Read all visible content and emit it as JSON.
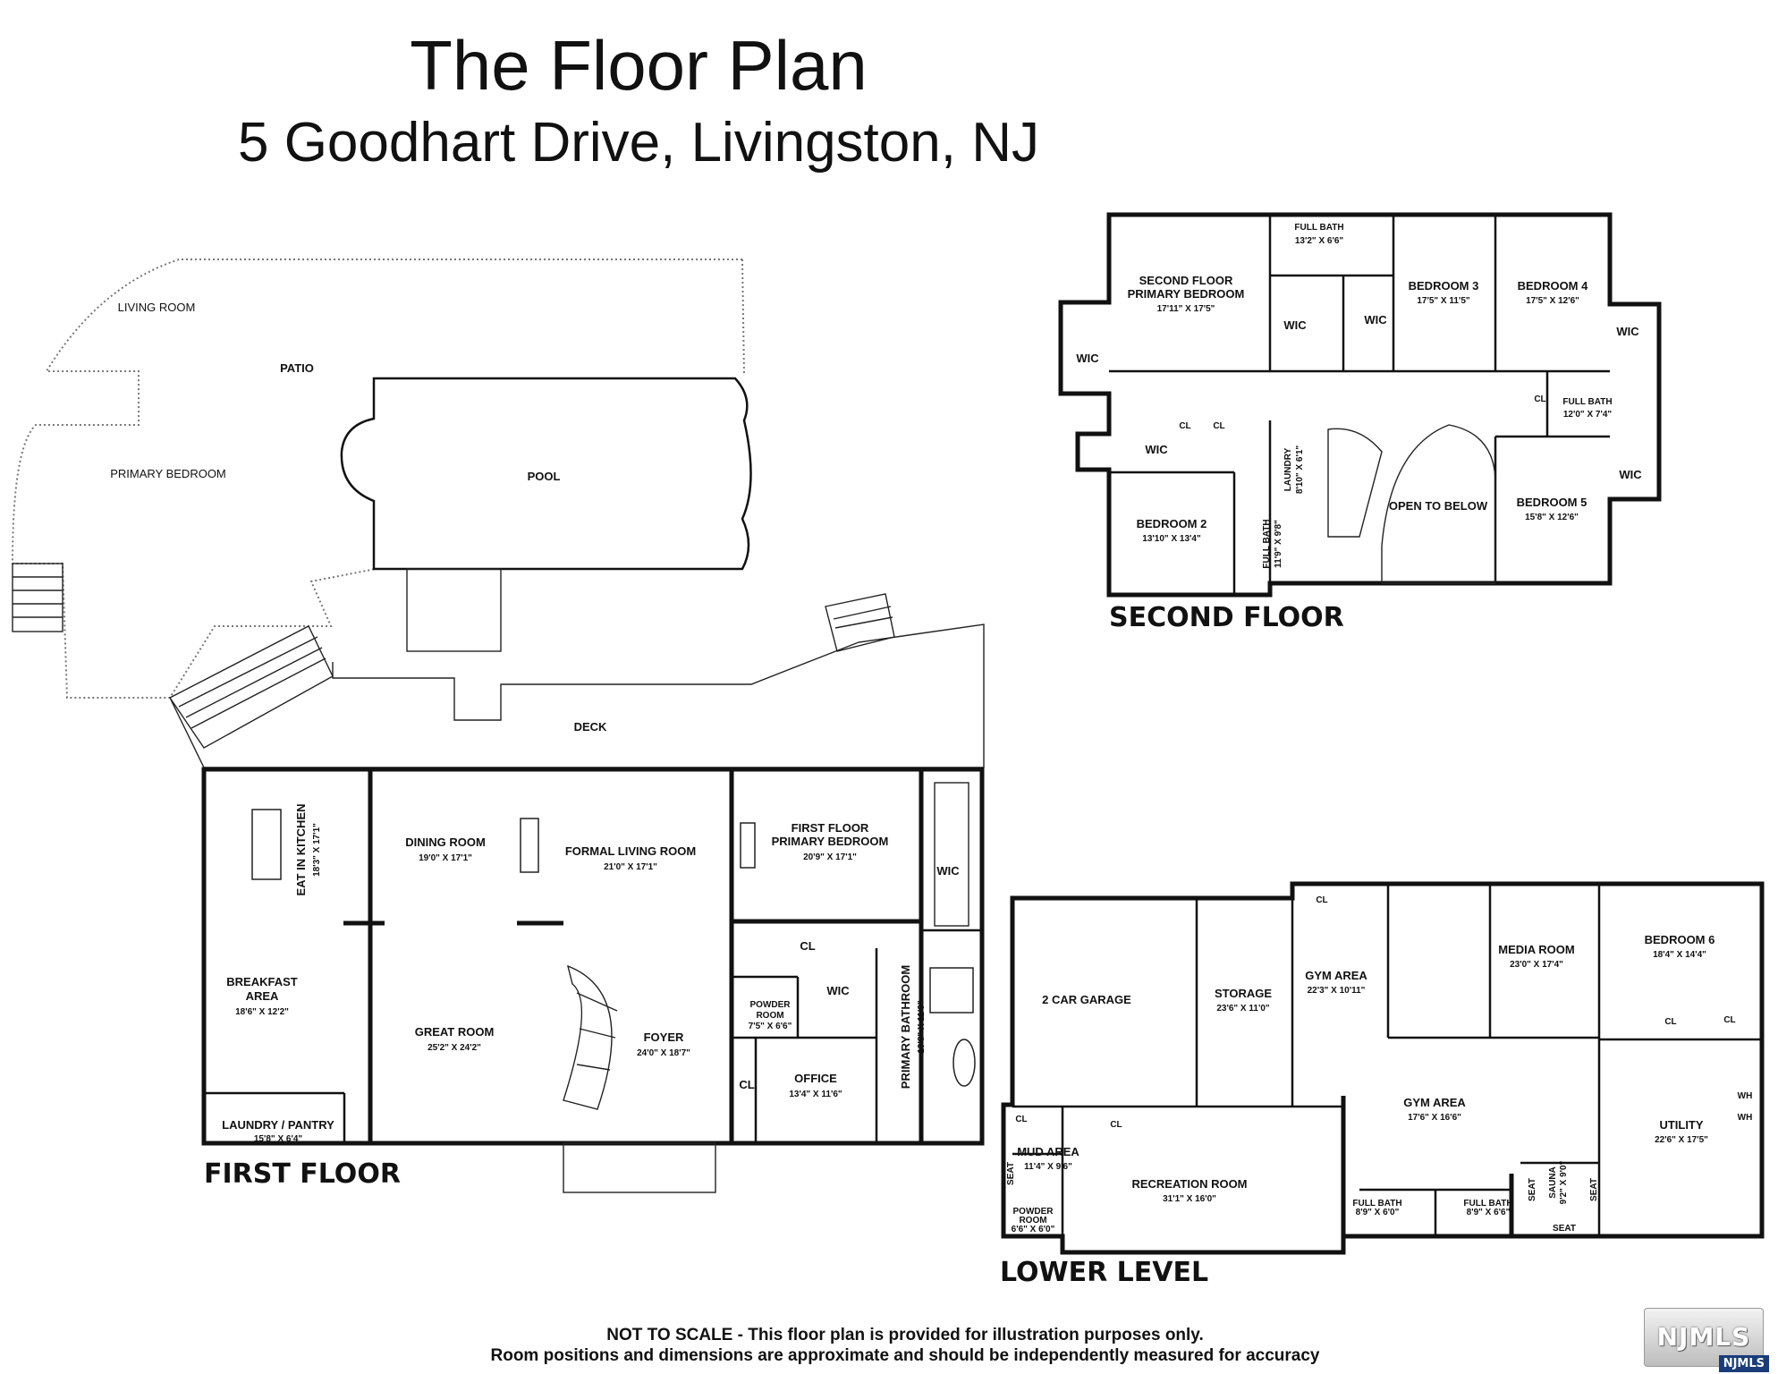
{
  "header": {
    "title": "The Floor Plan",
    "address": "5 Goodhart Drive, Livingston, NJ"
  },
  "floors": {
    "first": "FIRST FLOOR",
    "second": "SECOND FLOOR",
    "lower": "LOWER LEVEL"
  },
  "outdoor": {
    "living_room": "LIVING ROOM",
    "patio": "PATIO",
    "primary_bedroom": "PRIMARY BEDROOM",
    "pool": "POOL",
    "deck": "DECK"
  },
  "first_floor": {
    "kitchen_name": "EAT IN KITCHEN",
    "kitchen_dim": "18'3\" X 17'1\"",
    "dining_name": "DINING ROOM",
    "dining_dim": "19'0\" X 17'1\"",
    "living_name": "FORMAL LIVING ROOM",
    "living_dim": "21'0\" X 17'1\"",
    "primary1_name": "FIRST FLOOR",
    "primary2_name": "PRIMARY BEDROOM",
    "primary_dim": "20'9\" X 17'1\"",
    "wic": "WIC",
    "wic2": "WIC",
    "cl1": "CL",
    "cl2": "CL",
    "breakfast_name1": "BREAKFAST",
    "breakfast_name2": "AREA",
    "breakfast_dim": "18'6\" X 12'2\"",
    "great_name": "GREAT ROOM",
    "great_dim": "25'2\" X 24'2\"",
    "foyer_name": "FOYER",
    "foyer_dim": "24'0\" X 18'7\"",
    "powder_name1": "POWDER",
    "powder_name2": "ROOM",
    "powder_dim": "7'5\" X 6'6\"",
    "office_name": "OFFICE",
    "office_dim": "13'4\" X 11'6\"",
    "primary_bath": "PRIMARY BATHROOM",
    "primary_bath_dim": "19'8\" X 11'9\"",
    "laundry_name": "LAUNDRY / PANTRY",
    "laundry_dim": "15'8\" X 6'4\""
  },
  "second_floor": {
    "primary_name1": "SECOND FLOOR",
    "primary_name2": "PRIMARY BEDROOM",
    "primary_dim": "17'11\" X 17'5\"",
    "full_bath1": "FULL BATH",
    "full_bath1_dim": "13'2\" X 6'6\"",
    "bedroom3": "BEDROOM 3",
    "bedroom3_dim": "17'5\" X 11'5\"",
    "bedroom4": "BEDROOM 4",
    "bedroom4_dim": "17'5\" X 12'6\"",
    "wic_a": "WIC",
    "wic_b": "WIC",
    "wic_c": "WIC",
    "wic_d": "WIC",
    "wic_e": "WIC",
    "wic_f": "WIC",
    "cl_a": "CL",
    "cl_b": "CL",
    "cl_c": "CL",
    "full_bath2": "FULL BATH",
    "full_bath2_dim": "12'0\" X 7'4\"",
    "laundry": "LAUNDRY",
    "laundry_dim": "8'10\" X 6'1\"",
    "open_below": "OPEN TO BELOW",
    "bedroom2": "BEDROOM 2",
    "bedroom2_dim": "13'10\" X 13'4\"",
    "full_bath3": "FULL BATH",
    "full_bath3_dim": "11'9\" X 9'8\"",
    "bedroom5": "BEDROOM 5",
    "bedroom5_dim": "15'8\" X 12'6\""
  },
  "lower_level": {
    "garage": "2 CAR GARAGE",
    "storage": "STORAGE",
    "storage_dim": "23'6\" X 11'0\"",
    "gym1": "GYM AREA",
    "gym1_dim": "22'3\" X 10'11\"",
    "cl_a": "CL",
    "media": "MEDIA ROOM",
    "media_dim": "23'0\" X 17'4\"",
    "bedroom6": "BEDROOM 6",
    "bedroom6_dim": "18'4\" X 14'4\"",
    "cl_b": "CL",
    "cl_c": "CL",
    "gym2": "GYM AREA",
    "gym2_dim": "17'6\" X 16'6\"",
    "wh1": "WH",
    "wh2": "WH",
    "utility": "UTILITY",
    "utility_dim": "22'6\" X 17'5\"",
    "cl_d": "CL",
    "cl_e": "CL",
    "mud": "MUD AREA",
    "mud_dim": "11'4\" X 9'6\"",
    "recreation": "RECREATION ROOM",
    "recreation_dim": "31'1\" X 16'0\"",
    "seat1": "SEAT",
    "powder1": "POWDER",
    "powder2": "ROOM",
    "powder_dim": "6'6\" X 6'0\"",
    "fb1": "FULL BATH",
    "fb1_dim": "8'9\" X 6'0\"",
    "fb2": "FULL BATH",
    "fb2_dim": "8'9\" X 6'6\"",
    "seat2": "SEAT",
    "sauna": "SAUNA",
    "sauna_dim": "9'2\" X 9'0\"",
    "seat3": "SEAT",
    "seat4": "SEAT"
  },
  "footer": {
    "line1": "NOT TO SCALE - This floor plan is provided for illustration purposes only.",
    "line2": "Room positions and dimensions are approximate and should be independently measured for accuracy"
  },
  "logo": {
    "text": "NJMLS",
    "sub": "NJMLS"
  }
}
